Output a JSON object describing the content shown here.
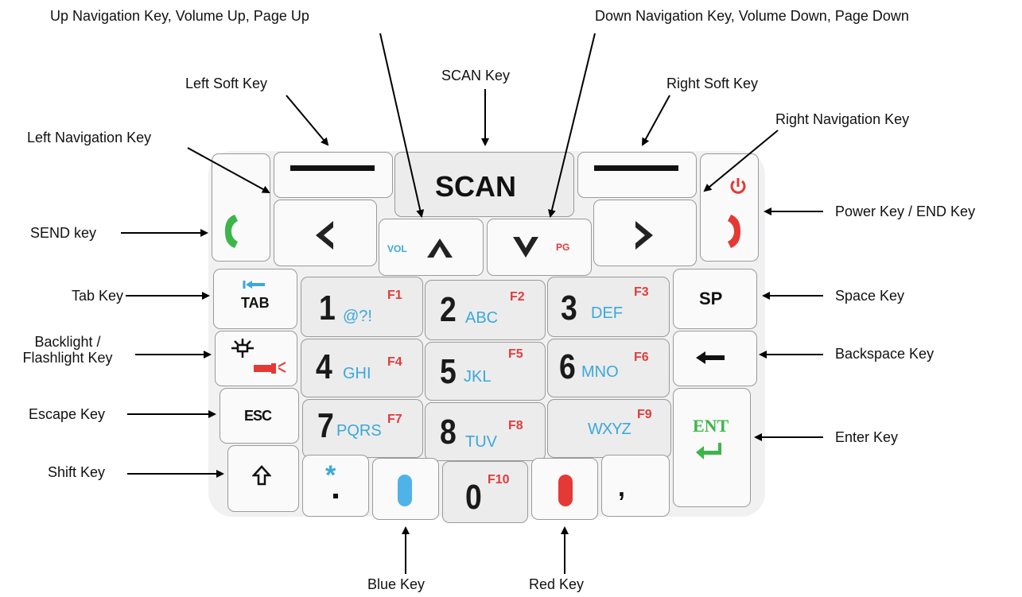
{
  "callouts": {
    "up_nav": "Up Navigation Key, Volume Up, Page Up",
    "down_nav": "Down Navigation Key, Volume Down, Page Down",
    "left_soft": "Left Soft Key",
    "scan_key": "SCAN Key",
    "right_soft": "Right Soft Key",
    "right_nav": "Right Navigation Key",
    "left_nav": "Left Navigation Key",
    "send_key": "SEND key",
    "power_key": "Power Key / END Key",
    "tab_key": "Tab Key",
    "space_key": "Space Key",
    "backlight_key": "Backlight / Flashlight Key",
    "backspace_key": "Backspace Key",
    "escape_key": "Escape Key",
    "enter_key": "Enter Key",
    "shift_key": "Shift Key",
    "blue_key": "Blue Key",
    "red_key": "Red Key"
  },
  "keys": {
    "scan": "SCAN",
    "vol": "VOL",
    "pg": "PG",
    "tab": "TAB",
    "sp": "SP",
    "esc": "ESC",
    "ent": "ENT",
    "comma": ",",
    "k1": {
      "digit": "1",
      "letters": "@?!",
      "fn": "F1"
    },
    "k2": {
      "digit": "2",
      "letters": "ABC",
      "fn": "F2"
    },
    "k3": {
      "digit": "3",
      "letters": "DEF",
      "fn": "F3"
    },
    "k4": {
      "digit": "4",
      "letters": "GHI",
      "fn": "F4"
    },
    "k5": {
      "digit": "5",
      "letters": "JKL",
      "fn": "F5"
    },
    "k6": {
      "digit": "6",
      "letters": "MNO",
      "fn": "F6"
    },
    "k7": {
      "digit": "7",
      "letters": "PQRS",
      "fn": "F7"
    },
    "k8": {
      "digit": "8",
      "letters": "TUV",
      "fn": "F8"
    },
    "k9": {
      "letters": "WXYZ",
      "fn": "F9"
    },
    "k0": {
      "digit": "0",
      "fn": "F10"
    }
  },
  "colors": {
    "call_green": "#3db54a",
    "end_red": "#e53935",
    "blue_key": "#4fb3e8",
    "red_key": "#e53935",
    "letter_blue": "#3aa8dc",
    "fn_red": "#e03c3c"
  }
}
